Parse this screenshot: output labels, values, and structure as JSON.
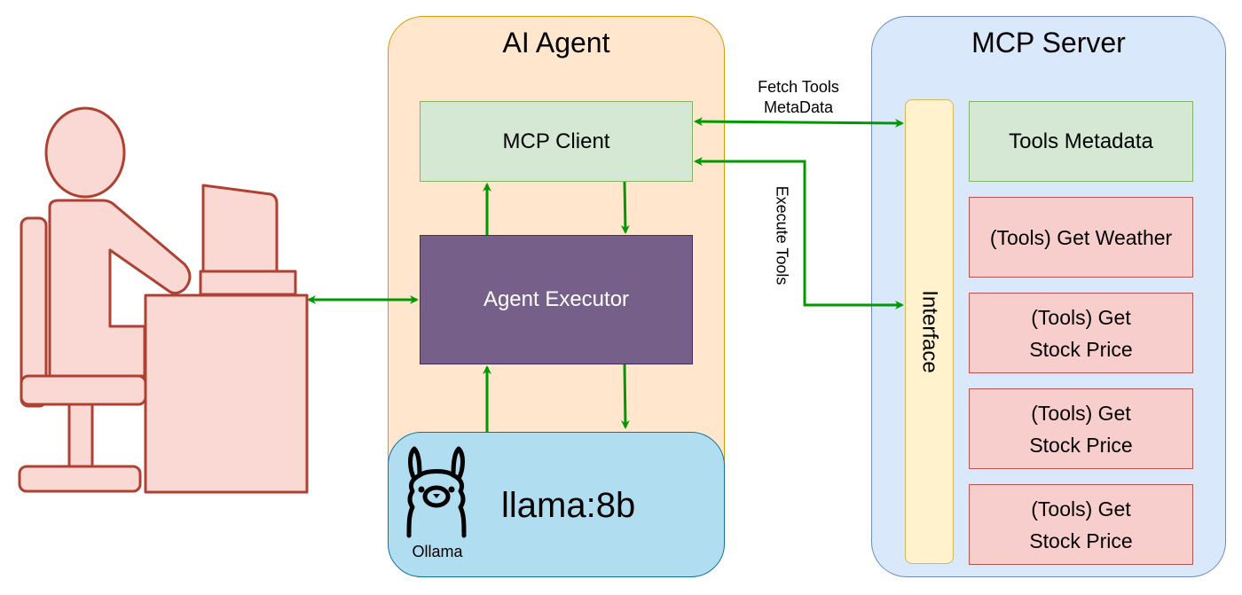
{
  "diagram": {
    "agent": {
      "title": "AI Agent",
      "mcp_client": "MCP Client",
      "executor": "Agent Executor",
      "llm": {
        "model": "llama:8b",
        "provider": "Ollama",
        "icon": "llama-icon"
      }
    },
    "server": {
      "title": "MCP Server",
      "interface": "Interface",
      "components": [
        {
          "label": "Tools Metadata",
          "kind": "metadata"
        },
        {
          "label": "(Tools) Get Weather",
          "kind": "tool"
        },
        {
          "label": "(Tools) Get Stock Price",
          "kind": "tool"
        },
        {
          "label": "(Tools) Get Stock Price",
          "kind": "tool"
        },
        {
          "label": "(Tools) Get Stock Price",
          "kind": "tool"
        }
      ]
    },
    "user": {
      "icon": "user-at-computer-icon"
    },
    "edges": {
      "fetch_label": "Fetch Tools MetaData",
      "execute_label": "Execute Tools"
    },
    "colors": {
      "arrow": "#009900",
      "agent_fill": "#ffe6cc",
      "agent_stroke": "#d79b00",
      "server_fill": "#dae8fc",
      "server_stroke": "#6c8ebf",
      "client_fill": "#d5e8d4",
      "executor_fill": "#76608a",
      "llm_fill": "#b1ddf0",
      "interface_fill": "#fff2cc",
      "tool_fill": "#f8cecc",
      "user_fill": "#fad9d5",
      "user_stroke": "#ae4132"
    }
  }
}
